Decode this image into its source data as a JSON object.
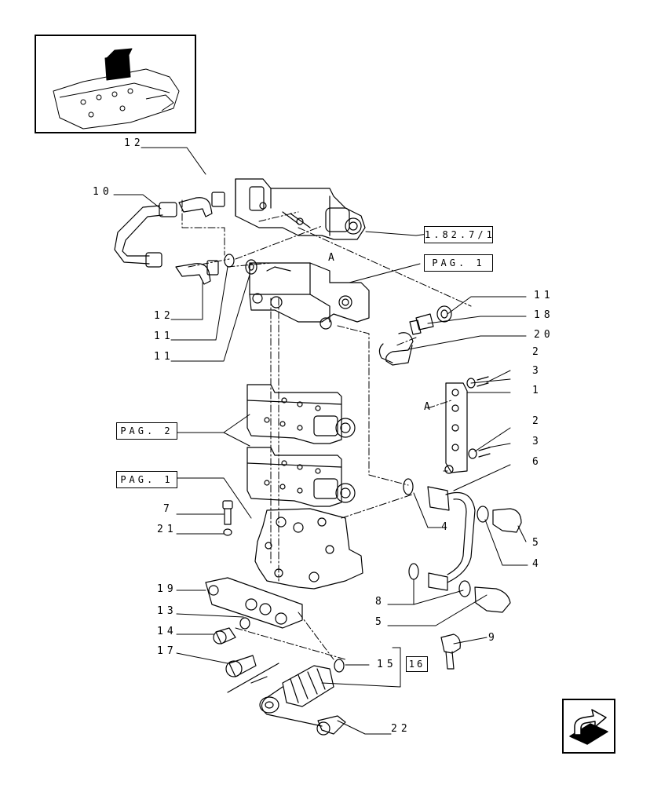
{
  "refs": {
    "ref_1827": "1.82.7/1",
    "pag1_top": "PAG. 1",
    "pag2": "PAG. 2",
    "pag1_left": "PAG. 1",
    "ref16": "16"
  },
  "letters": {
    "a1": "A",
    "a2": "A"
  },
  "labels": {
    "n12a": "12",
    "n10": "10",
    "n12b": "12",
    "n11a": "11",
    "n11b": "11",
    "n11r": "11",
    "n18": "18",
    "n20": "20",
    "n2a": "2",
    "n3a": "3",
    "n1": "1",
    "n2b": "2",
    "n3b": "3",
    "n6": "6",
    "n4a": "4",
    "n5a": "5",
    "n4b": "4",
    "n7": "7",
    "n21": "21",
    "n19": "19",
    "n13": "13",
    "n14": "14",
    "n17": "17",
    "n8": "8",
    "n5b": "5",
    "n9": "9",
    "n15": "15",
    "n22": "22"
  },
  "icons": {
    "thumbnail": "assembly-thumbnail-icon",
    "nav": "next-page-arrow-icon"
  }
}
